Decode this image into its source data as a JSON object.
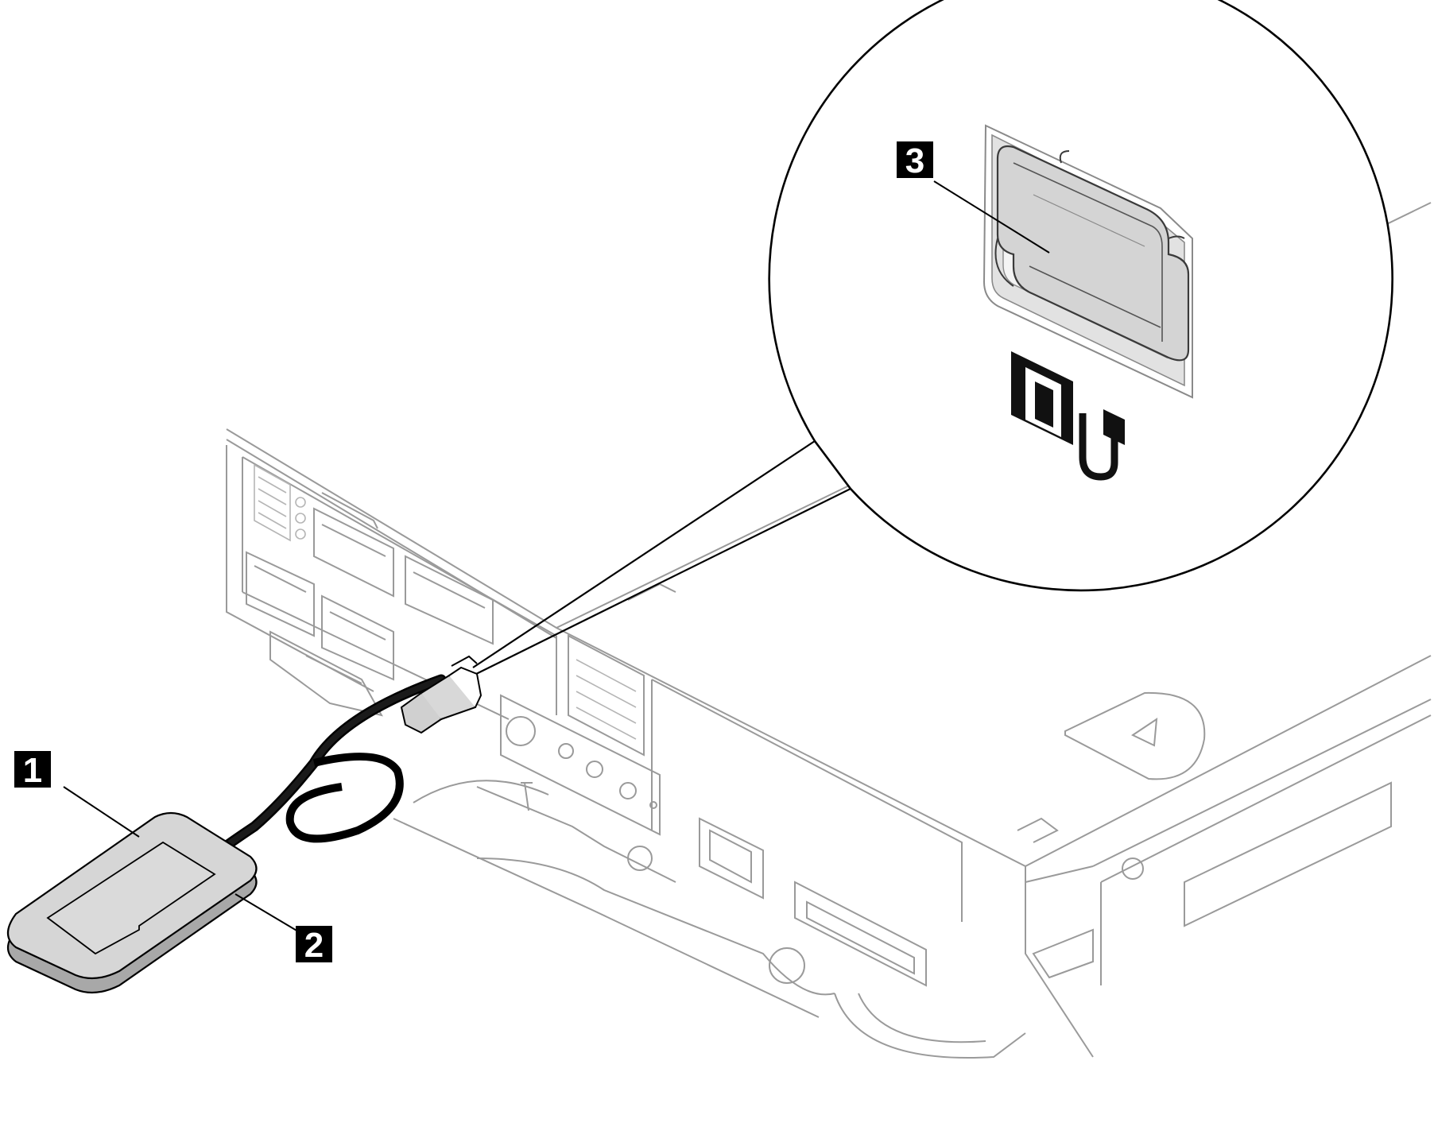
{
  "callouts": [
    {
      "id": "1",
      "label": "1"
    },
    {
      "id": "2",
      "label": "2"
    },
    {
      "id": "3",
      "label": "3"
    }
  ],
  "colors": {
    "outline_light": "#9a9a9a",
    "outline_dark": "#000000",
    "part_fill": "#d6d6d6",
    "part_shade": "#a8a8a8",
    "callout_bg": "#000000",
    "callout_text": "#ffffff"
  },
  "icons": {
    "magnifier": "detail-magnifier-circle",
    "port_symbol": "external-diagnostics-handset-port-icon"
  }
}
